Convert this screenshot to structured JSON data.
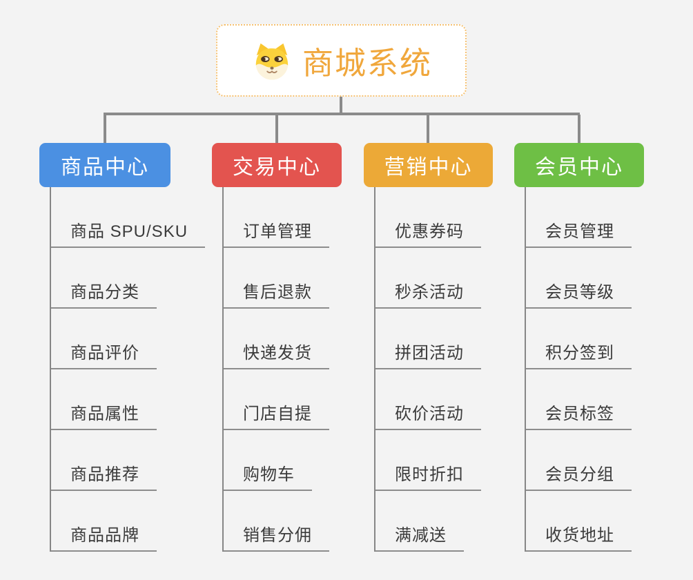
{
  "root": {
    "title": "商城系统",
    "icon": "dog-face-icon"
  },
  "colors": {
    "root_accent": "#f0a73c",
    "root_border": "#f6c170",
    "connector_gray": "#8a8a8a",
    "leaf_text": "#3b3b3b"
  },
  "branches": [
    {
      "key": "product-center",
      "label": "商品中心",
      "color": "#4b90e2",
      "children": [
        "商品 SPU/SKU",
        "商品分类",
        "商品评价",
        "商品属性",
        "商品推荐",
        "商品品牌"
      ]
    },
    {
      "key": "trade-center",
      "label": "交易中心",
      "color": "#e3544f",
      "children": [
        "订单管理",
        "售后退款",
        "快递发货",
        "门店自提",
        "购物车",
        "销售分佣"
      ]
    },
    {
      "key": "marketing-center",
      "label": "营销中心",
      "color": "#eca937",
      "children": [
        "优惠券码",
        "秒杀活动",
        "拼团活动",
        "砍价活动",
        "限时折扣",
        "满减送"
      ]
    },
    {
      "key": "member-center",
      "label": "会员中心",
      "color": "#6ebf45",
      "children": [
        "会员管理",
        "会员等级",
        "积分签到",
        "会员标签",
        "会员分组",
        "收货地址"
      ]
    }
  ],
  "layout_note": ""
}
